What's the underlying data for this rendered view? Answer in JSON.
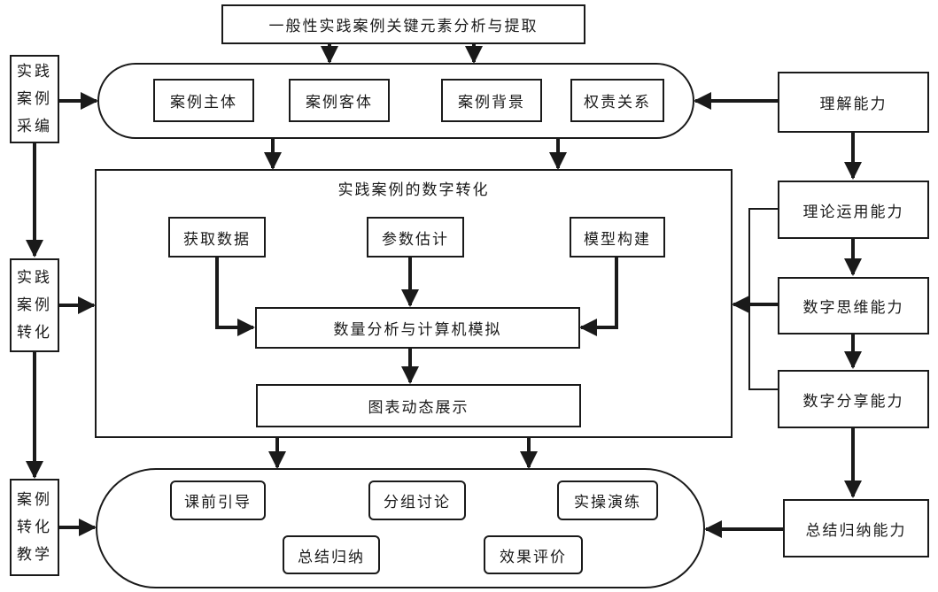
{
  "top": {
    "title": "一般性实践案例关键元素分析与提取"
  },
  "left_column": {
    "collect": "实践案例采编",
    "convert": "实践案例转化",
    "teach": "案例转化教学"
  },
  "elements_band": {
    "items": [
      "案例主体",
      "案例客体",
      "案例背景",
      "权责关系"
    ]
  },
  "digital_panel": {
    "title": "实践案例的数字转化",
    "acquire": "获取数据",
    "estimate": "参数估计",
    "model": "模型构建",
    "analysis": "数量分析与计算机模拟",
    "display": "图表动态展示"
  },
  "teaching_band": {
    "items": [
      "课前引导",
      "分组讨论",
      "实操演练",
      "总结归纳",
      "效果评价"
    ]
  },
  "abilities": {
    "understand": "理解能力",
    "theory": "理论运用能力",
    "thinking": "数字思维能力",
    "sharing": "数字分享能力",
    "summary": "总结归纳能力"
  }
}
